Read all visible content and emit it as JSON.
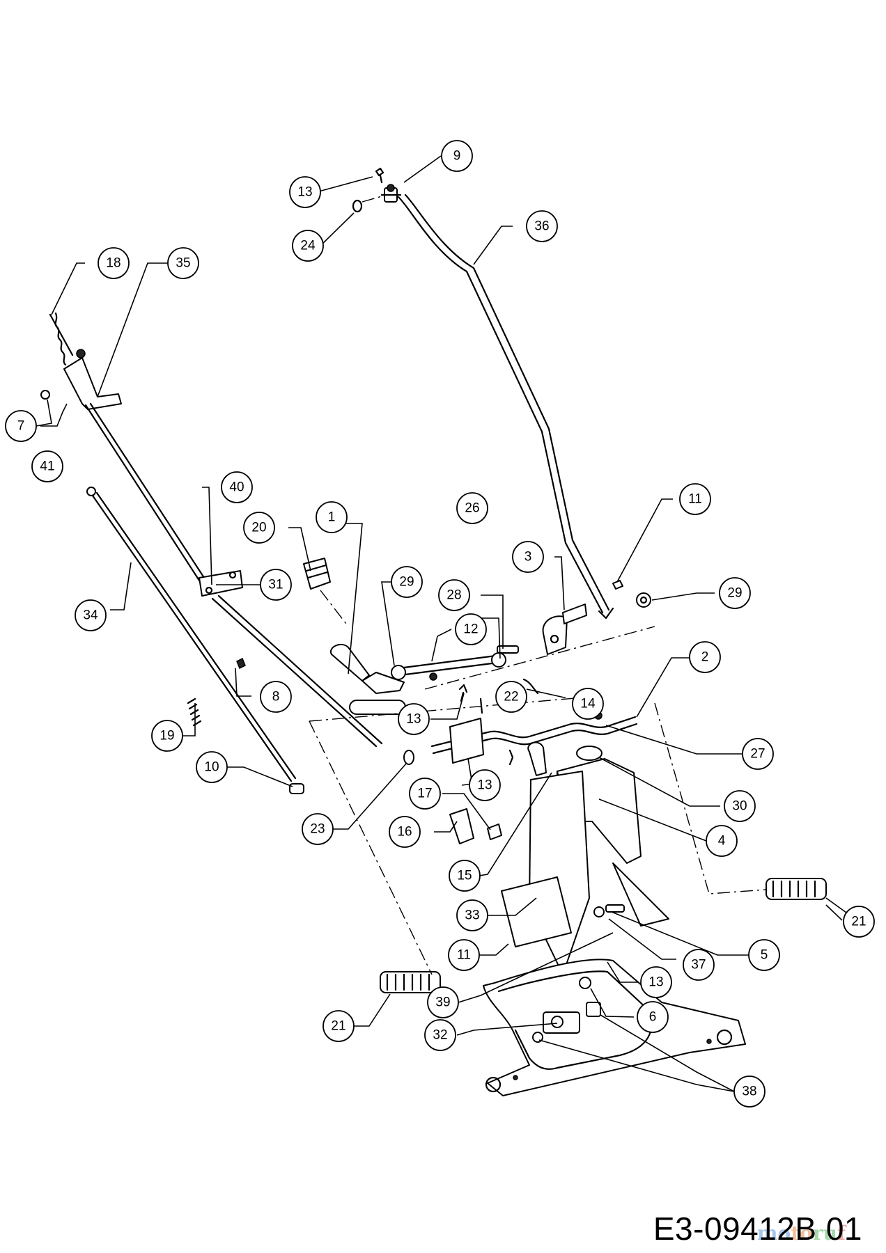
{
  "drawing_number": "E3-09412B 01",
  "watermark": [
    "mo",
    "to",
    "ru",
    "f"
  ],
  "callouts": [
    "1",
    "2",
    "3",
    "4",
    "5",
    "6",
    "7",
    "8",
    "9",
    "10",
    "11",
    "11",
    "12",
    "13",
    "13",
    "13",
    "13",
    "14",
    "15",
    "16",
    "17",
    "18",
    "19",
    "20",
    "21",
    "21",
    "22",
    "23",
    "24",
    "26",
    "27",
    "28",
    "29",
    "29",
    "30",
    "31",
    "32",
    "33",
    "34",
    "35",
    "36",
    "37",
    "38",
    "39",
    "40",
    "41"
  ]
}
